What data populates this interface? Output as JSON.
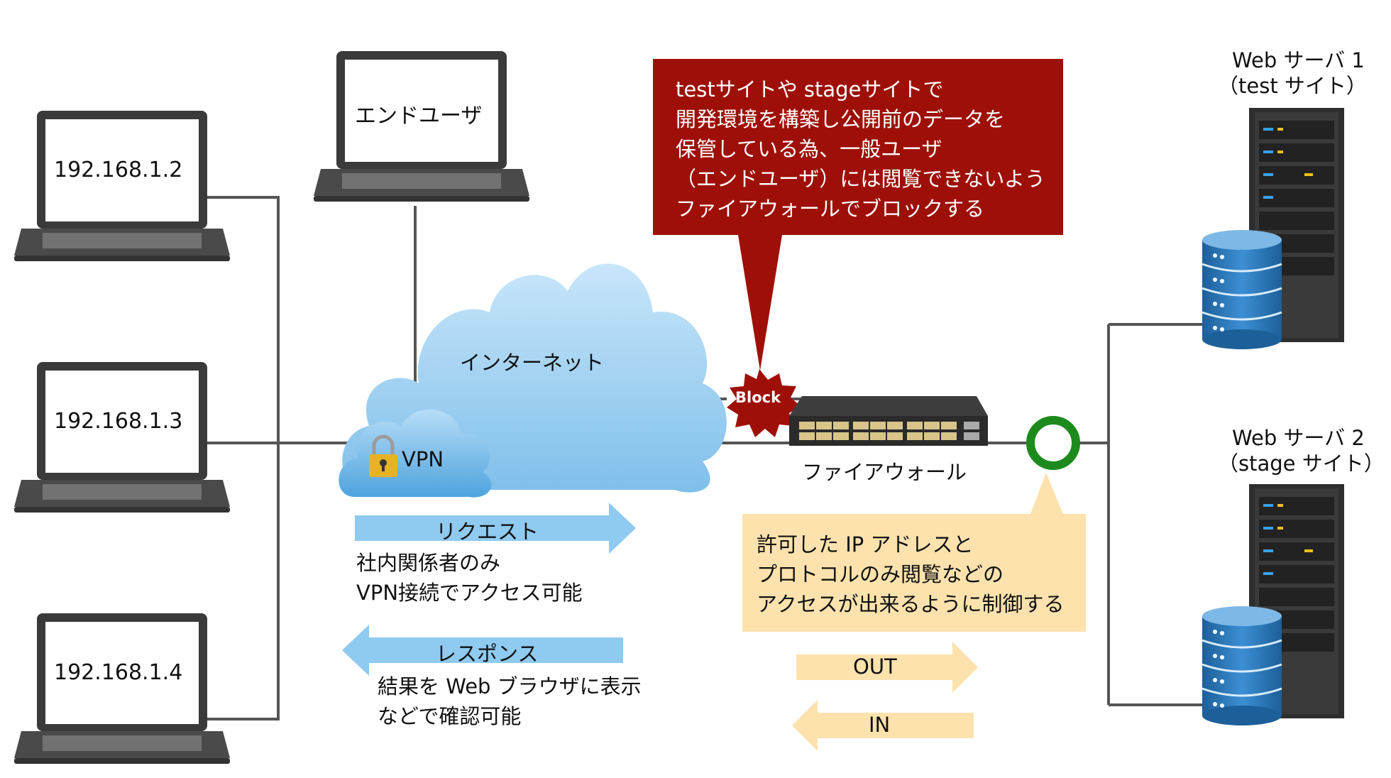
{
  "laptops": [
    {
      "label": "192.168.1.2"
    },
    {
      "label": "192.168.1.3"
    },
    {
      "label": "192.168.1.4"
    },
    {
      "label": "エンドユーザ"
    }
  ],
  "internet_label": "インターネット",
  "vpn_label": "VPN",
  "block_label": "Block",
  "firewall_label": "ファイアウォール",
  "servers": [
    {
      "title": "Web サーバ 1",
      "subtitle": "（test サイト）"
    },
    {
      "title": "Web サーバ 2",
      "subtitle": "（stage サイト）"
    }
  ],
  "red_callout": [
    "testサイトや stageサイトで",
    "開発環境を構築し公開前のデータを",
    "保管している為、一般ユーザ",
    "（エンドユーザ）には閲覧できないよう",
    "ファイアウォールでブロックする"
  ],
  "yellow_callout": [
    "許可した IP アドレスと",
    "プロトコルのみ閲覧などの",
    "アクセスが出来るように制御する"
  ],
  "request": {
    "label": "リクエスト",
    "desc": [
      "社内関係者のみ",
      "VPN接続でアクセス可能"
    ]
  },
  "response": {
    "label": "レスポンス",
    "desc": [
      "結果を Web ブラウザに表示",
      "などで確認可能"
    ]
  },
  "out_label": "OUT",
  "in_label": "IN",
  "colors": {
    "line": "#555555",
    "cloud": "#9fd1f2",
    "blue_arrow": "#8fcaf0",
    "yellow_arrow": "#fde2ad",
    "red": "#9e1007",
    "green": "#1d8a1d",
    "server_blue": "#2f7fc1"
  }
}
